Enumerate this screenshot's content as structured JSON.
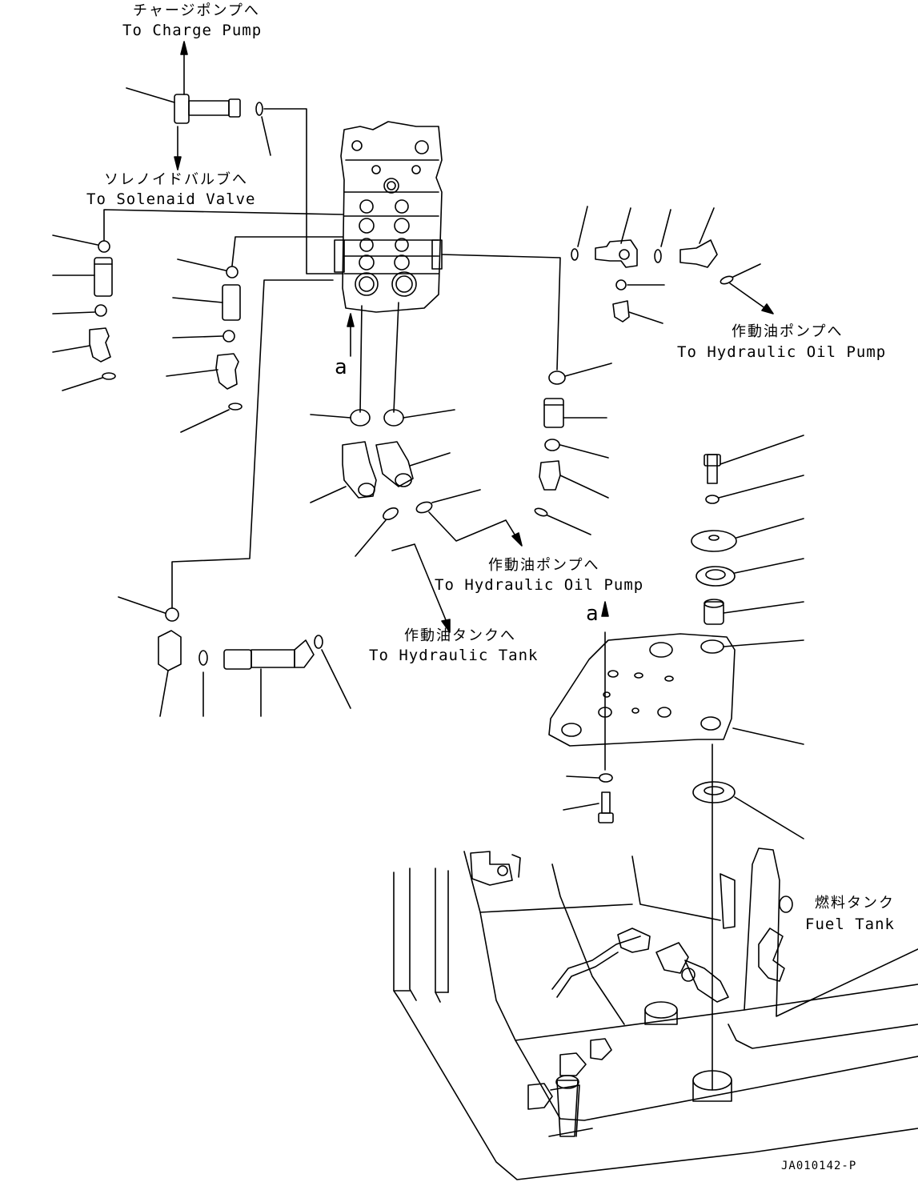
{
  "labels": {
    "charge_pump_jp": "チャージポンプへ",
    "charge_pump_en": "To Charge Pump",
    "solenoid_jp": "ソレノイドバルブへ",
    "solenoid_en": "To Solenaid Valve",
    "hyd_pump_jp_1": "作動油ポンプへ",
    "hyd_pump_en_1": "To Hydraulic Oil Pump",
    "hyd_pump_jp_2": "作動油ポンプへ",
    "hyd_pump_en_2": "To Hydraulic Oil Pump",
    "hyd_tank_jp": "作動油タンクへ",
    "hyd_tank_en": "To Hydraulic Tank",
    "fuel_tank_jp": "燃料タンク",
    "fuel_tank_en": "Fuel Tank",
    "view_a_1": "a",
    "view_a_2": "a",
    "drawing_code": "JA010142-P"
  }
}
